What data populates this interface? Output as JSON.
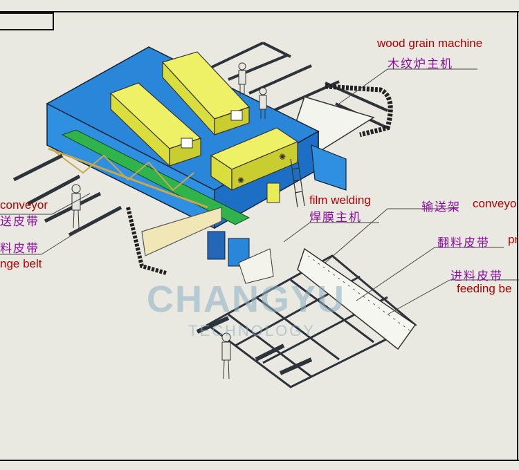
{
  "labels": {
    "wood_grain_machine_en": "wood grain machine",
    "wood_grain_machine_cn": "木纹炉主机",
    "film_welding_en": "film welding",
    "film_welding_cn": "焊膜主机",
    "conveyor_left_en": "conveyor",
    "conveyor_left_cn": "送皮带",
    "left_cn_belt": "料皮带",
    "left_en_belt": "nge belt",
    "conveyor_right_cn": "输送架",
    "conveyor_right_en": "conveyo",
    "turn_belt_cn": "翻料皮带",
    "turn_belt_en": "pr",
    "feeding_belt_cn": "进料皮带",
    "feeding_belt_en": "feeding be"
  },
  "watermark": {
    "name": "CHANGYU",
    "sub": "TECHNOLOGY"
  },
  "colors": {
    "machine_body": "#2f8fe0",
    "machine_top": "#1e74cf",
    "hood": "#e8ec55",
    "belt": "#2fb34a",
    "frame": "#3a3f48",
    "label_en": "#b00000",
    "label_cn": "#8a0da0",
    "background": "#e9e8e1"
  }
}
